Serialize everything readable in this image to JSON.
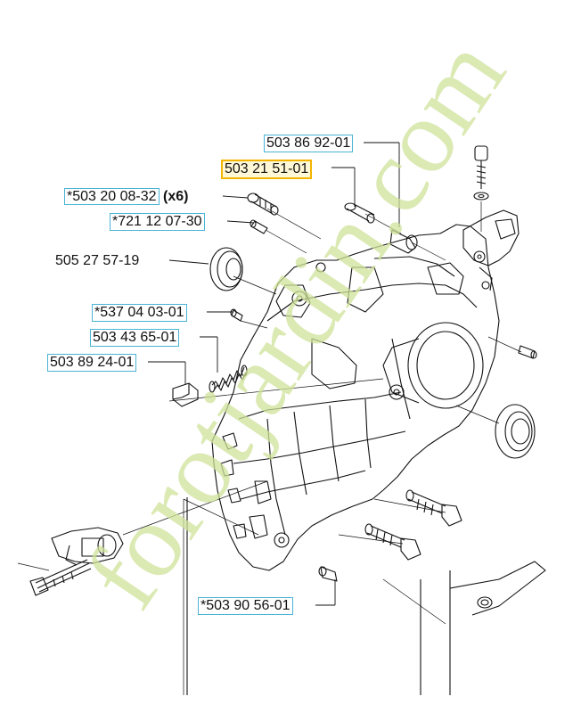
{
  "parts": {
    "p1": "503 86 92-01",
    "p2": "503 21 51-01",
    "p3": "*503 20 08-32",
    "p3_qty": "(x6)",
    "p4": "*721 12 07-30",
    "p5": "505 27 57-19",
    "p6": "*537 04 03-01",
    "p7": "503 43 65-01",
    "p8": "503 89 24-01",
    "p9": "*503 90 56-01"
  },
  "watermark": "forotjardin.com",
  "colors": {
    "label_box": "#4ab3d6",
    "highlight_box": "#f2b600",
    "watermark": "#cfe29a"
  }
}
